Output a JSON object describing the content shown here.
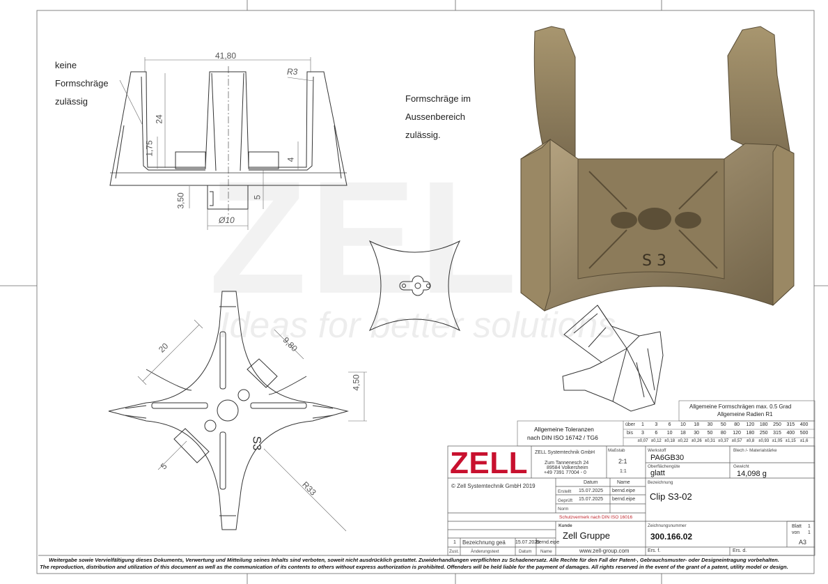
{
  "notes": {
    "draft_note_line1": "keine",
    "draft_note_line2": "Formschräge",
    "draft_note_line3": "zulässig",
    "outer_note_line1": "Formschräge im",
    "outer_note_line2": "Aussenbereich",
    "outer_note_line3": "zulässig."
  },
  "dimensions": {
    "width_top": "41,80",
    "radius_r3": "R3",
    "height_24": "24",
    "height_175": "1,75",
    "height_4": "4",
    "height_350": "3,50",
    "height_5_front": "5",
    "diameter_10": "Ø10",
    "bottom_20": "20",
    "bottom_980": "9,80",
    "bottom_450": "4,50",
    "bottom_5": "5",
    "bottom_r33": "R33"
  },
  "engraving": {
    "front_text": "S 3",
    "bottom_text": "S3"
  },
  "watermark": {
    "logo_text": "ZELL",
    "slogan": "Ideas for better solutions"
  },
  "title_block": {
    "brand": "ZELL",
    "company": "ZELL Systemtechnik GmbH",
    "street": "Zum Tannenesch 24",
    "city": "89584 Volkersheim",
    "phone": "+49 7391 77004 - 0",
    "scale_label": "Maßstab",
    "scale_1": "2:1",
    "scale_2": "1:1",
    "material_label": "Werkstoff",
    "material_value": "PA6GB30",
    "surface_label": "Oberflächengüte",
    "surface_value": "glatt",
    "sheet_label": "Blech /- Materialstärke",
    "weight_label": "Gewicht",
    "weight_value": "14,098 g",
    "designation_label": "Bezeichnung",
    "designation_value": "Clip S3-02",
    "copyright": "© Zell Systemtechnik GmbH 2019",
    "date_header": "Datum",
    "name_header": "Name",
    "row_created": "Erstellt",
    "row_checked": "Geprüft",
    "row_norm": "Norm",
    "created_date": "15.07.2025",
    "created_name": "bernd.eipe",
    "checked_date": "15.07.2025",
    "checked_name": "bernd.eipe",
    "protection_note": "Schutzvermerk nach DIN ISO 16016",
    "customer_label": "Kunde",
    "customer_value": "Zell Gruppe",
    "drawing_no_label": "Zeichnungsnummer",
    "drawing_no_value": "300.166.02",
    "sheet_word": "Blatt",
    "sheet_no": "1",
    "of_word": "von",
    "of_no": "1",
    "format": "A3",
    "rev_index": "1",
    "rev_text": "Bezeichnung geä",
    "rev_date": "15.07.2025",
    "rev_name": "bernd.eipe",
    "col_zust": "Zust.",
    "col_change": "Änderungstext",
    "col_date": "Datum",
    "col_name": "Name",
    "website": "www.zell-group.com",
    "ers_f": "Ers. f.",
    "ers_d": "Ers. d."
  },
  "tolerances": {
    "title_line1": "Allgemeine Toleranzen",
    "title_line2": "nach DIN ISO 16742 / TG6",
    "row_over": "über",
    "row_to": "bis",
    "over": [
      "1",
      "3",
      "6",
      "10",
      "18",
      "30",
      "50",
      "80",
      "120",
      "180",
      "250",
      "315",
      "400"
    ],
    "to": [
      "3",
      "6",
      "10",
      "18",
      "30",
      "50",
      "80",
      "120",
      "180",
      "250",
      "315",
      "400",
      "500"
    ],
    "tol": [
      "±0,07",
      "±0,12",
      "±0,18",
      "±0,22",
      "±0,26",
      "±0,31",
      "±0,37",
      "±0,57",
      "±0,8",
      "±0,93",
      "±1,05",
      "±1,15",
      "±1,6"
    ]
  },
  "drafts": {
    "line1": "Allgemeine Formschrägen max. 0.5 Grad",
    "line2": "Allgemeine Radien R1"
  },
  "footer": {
    "line_de": "Weitergabe sowie Vervielfältigung dieses Dokuments, Verwertung und Mitteilung seines Inhalts sind verboten, soweit nicht ausdrücklich gestattet. Zuwiderhandlungen verpflichten zu Schadenersatz. Alle Rechte für den Fall der Patent-, Gebrauchsmuster- oder Designeintragung vorbehalten.",
    "line_en": "The reproduction, distribution and utilization of this document as well as the communication of its contents to others without express authorization is prohibited. Offenders will be held liable for the payment of damages. All rights reserved in the event of the grant of a patent, utility model or design."
  },
  "colors": {
    "brand_red": "#c8102e",
    "part_bronze": "#8a7a5c",
    "line": "#333333"
  }
}
